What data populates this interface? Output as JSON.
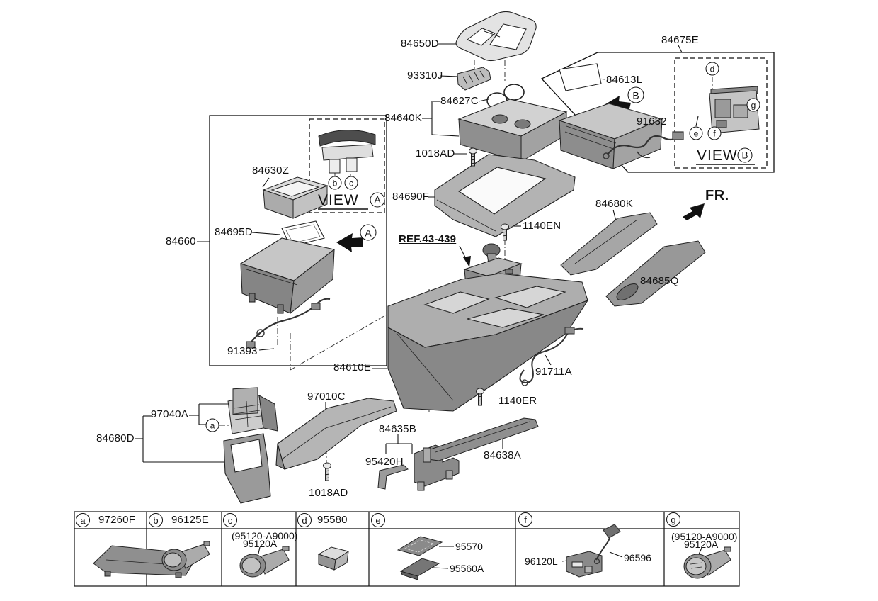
{
  "title": "Console floor parts diagram",
  "colors": {
    "line": "#111111",
    "fill_light": "#dcdcdc",
    "fill_mid": "#a8a8a8",
    "fill_dark": "#7f7f7f",
    "background": "#ffffff"
  },
  "callouts": [
    {
      "text": "84650D"
    },
    {
      "text": "93310J"
    },
    {
      "text": "84627C"
    },
    {
      "text": "84640K"
    },
    {
      "text": "1018AD"
    },
    {
      "text": "84690F"
    },
    {
      "text": "84613L"
    },
    {
      "text": "91632"
    },
    {
      "text": "84675E"
    },
    {
      "text": "84630Z"
    },
    {
      "text": "84695D"
    },
    {
      "text": "84660"
    },
    {
      "text": "91393"
    },
    {
      "text": "1140EN"
    },
    {
      "text": "84680K"
    },
    {
      "text": "84685Q"
    },
    {
      "text": "84610E"
    },
    {
      "text": "91711A"
    },
    {
      "text": "1140ER"
    },
    {
      "text": "84638A"
    },
    {
      "text": "84635B"
    },
    {
      "text": "95420H"
    },
    {
      "text": "97010C"
    },
    {
      "text": "1018AD"
    },
    {
      "text": "97040A"
    },
    {
      "text": "84680D"
    }
  ],
  "special": {
    "ref": "REF.43-439",
    "fr": "FR.",
    "view_word": "VIEW"
  },
  "view_markers": {
    "a": "A",
    "b": "B"
  },
  "small_letters": [
    "a",
    "b",
    "c",
    "d",
    "e",
    "f",
    "g"
  ],
  "table": {
    "headers": [
      {
        "letter": "a",
        "code": "97260F"
      },
      {
        "letter": "b",
        "code": "96125E"
      },
      {
        "letter": "c",
        "code": ""
      },
      {
        "letter": "d",
        "code": "95580"
      },
      {
        "letter": "e",
        "code": ""
      },
      {
        "letter": "f",
        "code": ""
      },
      {
        "letter": "g",
        "code": ""
      }
    ],
    "cell_c": {
      "line1": "(95120-A9000)",
      "line2": "95120A"
    },
    "cell_e": {
      "item1": "95570",
      "item2": "95560A"
    },
    "cell_f": {
      "item1": "96120L",
      "item2": "96596"
    },
    "cell_g": {
      "line1": "(95120-A9000)",
      "line2": "95120A"
    }
  }
}
